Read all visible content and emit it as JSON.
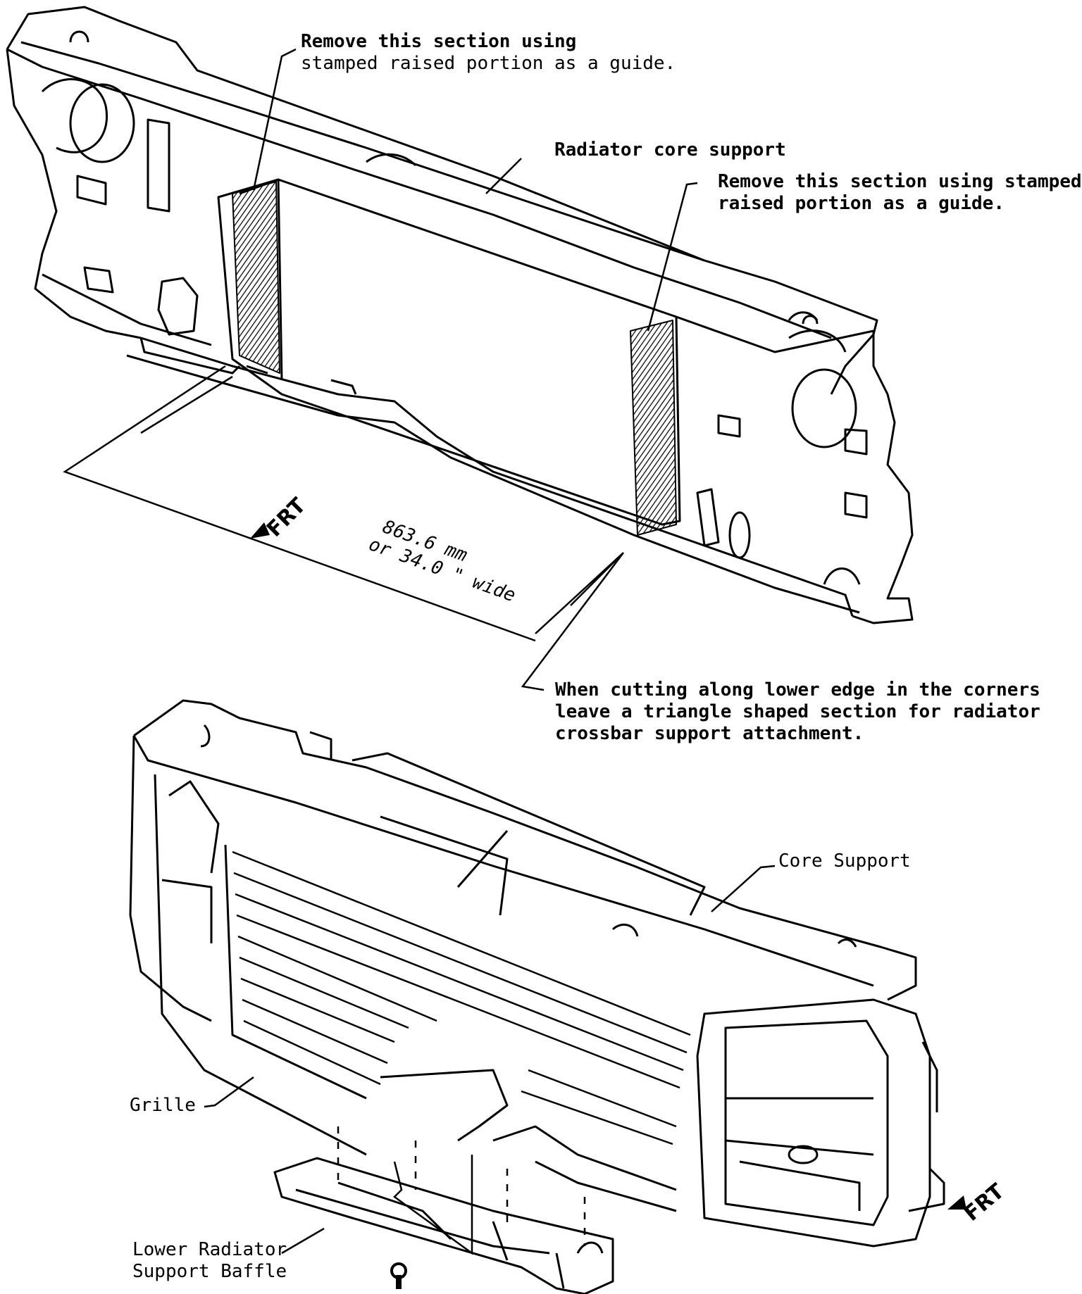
{
  "top_view": {
    "label_remove_left": [
      "Remove this section using",
      "stamped raised portion as a guide."
    ],
    "label_core_support": "Radiator core support",
    "label_remove_right": [
      "Remove this section using stamped",
      "raised portion as a guide."
    ],
    "dimension": [
      "863.6 mm",
      "or 34.0 \" wide"
    ],
    "frt": "FRT",
    "label_corner_note": [
      "When cutting along lower edge in the corners",
      "leave a triangle shaped section for radiator",
      "crossbar support attachment."
    ]
  },
  "bottom_view": {
    "label_core_support": "Core Support",
    "label_grille": "Grille",
    "label_baffle": [
      "Lower Radiator",
      "Support Baffle"
    ],
    "frt": "FRT"
  }
}
